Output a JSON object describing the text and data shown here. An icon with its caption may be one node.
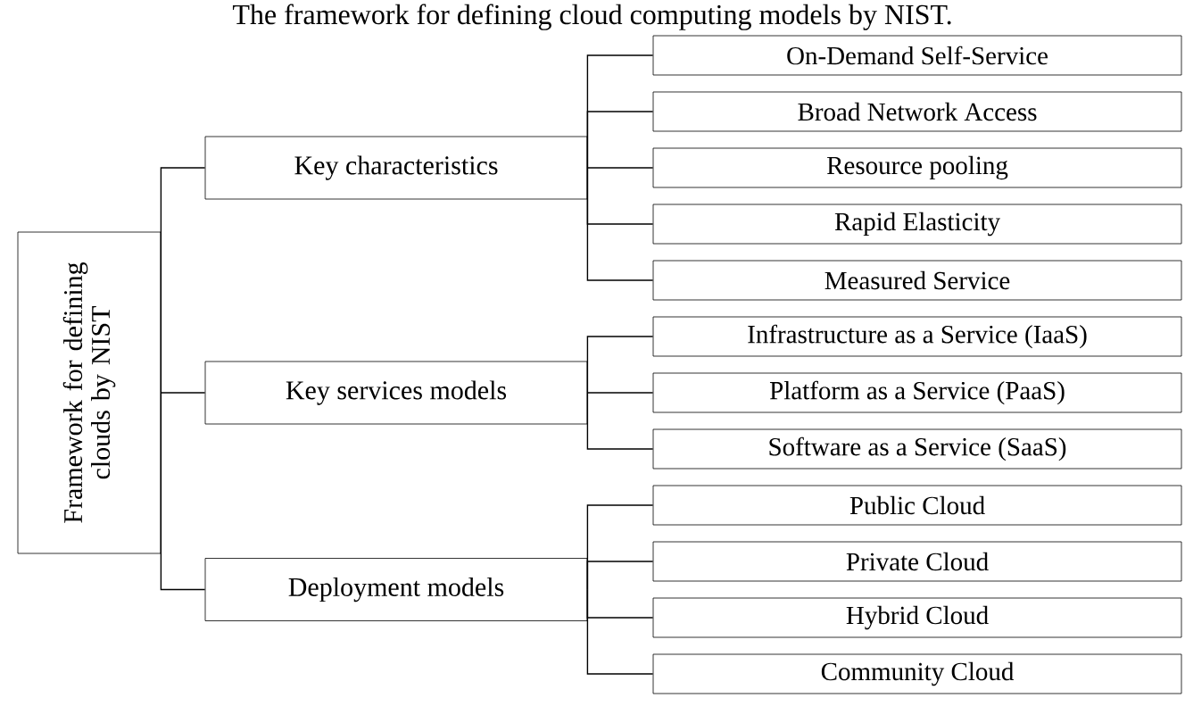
{
  "diagram": {
    "title": "The framework for defining cloud computing models by NIST.",
    "nodes": [
      {
        "text": [
          "Framework for defining clouds by NIST"
        ]
      },
      {
        "text": [
          "Key characteristics"
        ]
      },
      {
        "text": [
          "On-Demand Self-Service"
        ]
      },
      {
        "text": [
          "Broad Network Access"
        ]
      },
      {
        "text": [
          "Resource pooling"
        ]
      },
      {
        "text": [
          "Rapid Elasticity"
        ]
      },
      {
        "text": [
          "Measured Service"
        ]
      },
      {
        "text": [
          "Key services models"
        ]
      },
      {
        "text": [
          "Infrastructure as a Service (IaaS)"
        ]
      },
      {
        "text": [
          "Platform as a Service (PaaS)"
        ]
      },
      {
        "text": [
          "Software as a Service (SaaS)"
        ]
      },
      {
        "text": [
          "Deployment models"
        ]
      },
      {
        "text": [
          "Public Cloud"
        ]
      },
      {
        "text": [
          "Private Cloud"
        ]
      },
      {
        "text": [
          "Hybrid Cloud"
        ]
      },
      {
        "text": [
          "Community Cloud"
        ]
      }
    ],
    "edges": [
      {
        "from": 0,
        "to": 1,
        "arrow": "none"
      },
      {
        "from": 0,
        "to": 7,
        "arrow": "none"
      },
      {
        "from": 0,
        "to": 11,
        "arrow": "none"
      },
      {
        "from": 1,
        "to": 2,
        "arrow": "none"
      },
      {
        "from": 1,
        "to": 3,
        "arrow": "none"
      },
      {
        "from": 1,
        "to": 4,
        "arrow": "none"
      },
      {
        "from": 1,
        "to": 5,
        "arrow": "none"
      },
      {
        "from": 1,
        "to": 6,
        "arrow": "none"
      },
      {
        "from": 7,
        "to": 8,
        "arrow": "none"
      },
      {
        "from": 7,
        "to": 9,
        "arrow": "none"
      },
      {
        "from": 7,
        "to": 10,
        "arrow": "none"
      },
      {
        "from": 11,
        "to": 12,
        "arrow": "none"
      },
      {
        "from": 11,
        "to": 13,
        "arrow": "none"
      },
      {
        "from": 11,
        "to": 14,
        "arrow": "none"
      },
      {
        "from": 11,
        "to": 15,
        "arrow": "none"
      }
    ]
  }
}
